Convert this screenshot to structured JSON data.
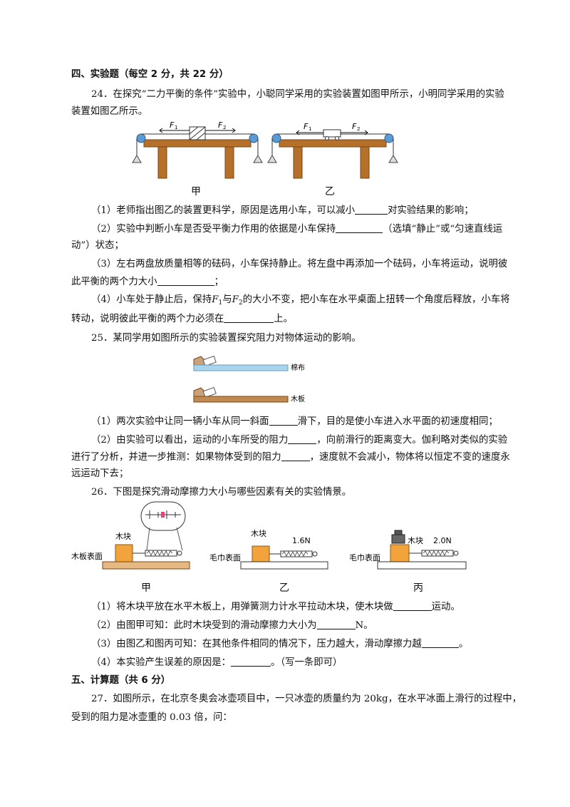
{
  "section4": {
    "title": "四、实验题（每空 2 分，共 22 分）"
  },
  "q24": {
    "intro1": "24．在探究“二力平衡的条件”实验中，小聪同学采用的实验装置如图甲所示，小明同学采用的实验",
    "intro2": "装置如图乙所示。",
    "f1": "F",
    "f2": "F",
    "sub1": "1",
    "sub2": "2",
    "cap_left": "甲",
    "cap_right": "乙",
    "p1a": "（1）老师指出图乙的装置更科学，原因是选用小车，可以减小",
    "p1b": "对实验结果的影响；",
    "p2a": "（2）实验中判断小车是否受平衡力作用的依据是小车保持",
    "p2b": "（选填“静止”或“匀速直线运",
    "p2c": "动”）状态；",
    "p3a": "（3）左右两盘放质量相等的砝码，小车保持静止。将左盘中再添加一个砝码，小车将运动，说明彼",
    "p3b": "此平衡的两个力大小",
    "p3c": "；",
    "p4a": "（4）小车处于静止后，保持",
    "p4b": "与",
    "p4c": "的大小不变，把小车在水平桌面上扭转一个角度后释放，小车将",
    "p4d": "转动，说明彼此平衡的两个力必须在",
    "p4e": "上。"
  },
  "q25": {
    "intro": "25．某同学用如图所示的实验装置探究阻力对物体运动的影响。",
    "label_cloth": "棉布",
    "label_board": "木板",
    "p1a": "（1）两次实验中让同一辆小车从同一斜面",
    "p1b": "滑下，目的是使小车进入水平面的初速度相同；",
    "p2a": "（2）由实验可以看出，运动的小车所受的阻力",
    "p2b": "，向前滑行的距离变大。伽利略对类似的实验",
    "p2c": "进行了分析，并进一步推测：如果物体受到的阻力",
    "p2d": "，速度就不会减小，物体将以恒定不变的速度永",
    "p2e": "远运动下去；"
  },
  "q26": {
    "intro": "26．下图是探究滑动摩擦力大小与哪些因素有关的实验情景。",
    "label_block": "木块",
    "label_board": "木板表面",
    "label_towel": "毛巾表面",
    "reading_b": "1.6N",
    "reading_c": "2.0N",
    "cap_a": "甲",
    "cap_b": "乙",
    "cap_c": "丙",
    "p1a": "（1）将木块平放在水平木板上，用弹簧测力计水平拉动木块，使木块做",
    "p1b": "运动。",
    "p2a": "（2）由图甲可知：此时木块受到的滑动摩擦力大小为",
    "p2b": "N。",
    "p3a": "（3）由图乙和图丙可知：在其他条件相同的情况下，压力越大，滑动摩擦力越",
    "p3b": "。",
    "p4a": "（4）本实验产生误差的原因是：",
    "p4b": "。（写一条即可）"
  },
  "section5": {
    "title": "五、计算题（共 6 分）"
  },
  "q27": {
    "line1": "27．如图所示，在北京冬奥会冰壶项目中，一只冰壶的质量约为 20kg，在水平冰面上滑行的过程中，",
    "line2": "受到的阻力是冰壶重的 0.03 倍，问："
  },
  "colors": {
    "wood": "#b5702a",
    "wood_dark": "#7a4614",
    "block": "#f2a33c",
    "board": "#e7b982",
    "cloth": "#a9d4ee"
  }
}
